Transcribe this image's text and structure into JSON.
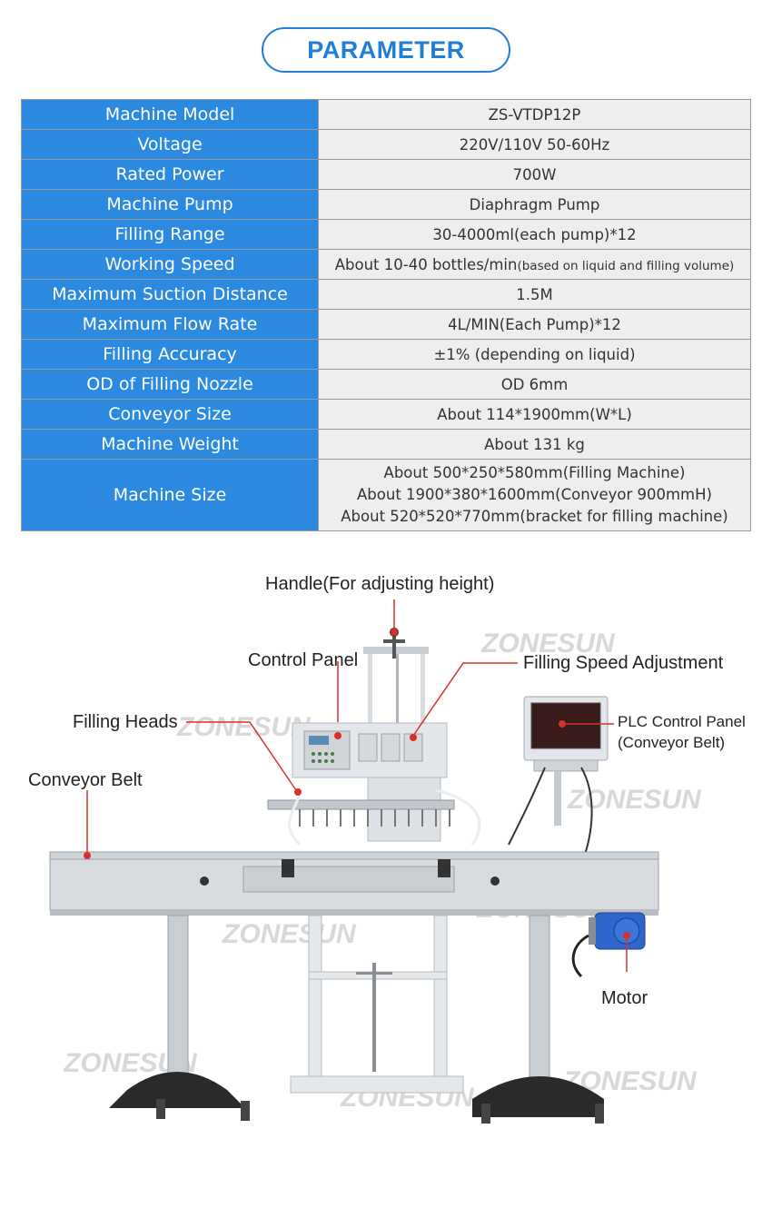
{
  "heading": "PARAMETER",
  "params": [
    {
      "label": "Machine Model",
      "value": "ZS-VTDP12P"
    },
    {
      "label": "Voltage",
      "value": "220V/110V 50-60Hz"
    },
    {
      "label": "Rated Power",
      "value": "700W"
    },
    {
      "label": "Machine Pump",
      "value": "Diaphragm Pump"
    },
    {
      "label": "Filling Range",
      "value": "30-4000ml(each pump)*12"
    },
    {
      "label": "Working Speed",
      "value": "About 10-40 bottles/min",
      "note": "(based on liquid and filling volume)"
    },
    {
      "label": "Maximum Suction Distance",
      "value": "1.5M"
    },
    {
      "label": "Maximum Flow Rate",
      "value": "4L/MIN(Each Pump)*12"
    },
    {
      "label": "Filling Accuracy",
      "value": "±1% (depending on liquid)"
    },
    {
      "label": "OD of Filling Nozzle",
      "value": "OD 6mm"
    },
    {
      "label": "Conveyor Size",
      "value": "About 114*1900mm(W*L)"
    },
    {
      "label": "Machine Weight",
      "value": "About 131 kg"
    },
    {
      "label": "Machine Size",
      "lines": [
        "About 500*250*580mm(Filling Machine)",
        "About 1900*380*1600mm(Conveyor 900mmH)",
        "About 520*520*770mm(bracket for filling machine)"
      ]
    }
  ],
  "callouts": {
    "handle": "Handle(For adjusting height)",
    "control_panel": "Control Panel",
    "filling_speed": "Filling Speed Adjustment",
    "filling_heads": "Filling Heads",
    "plc_line1": "PLC Control Panel",
    "plc_line2": "(Conveyor Belt)",
    "conveyor_belt": "Conveyor Belt",
    "motor": "Motor"
  },
  "watermark": "ZONESUN",
  "colors": {
    "accent": "#2b8ae0",
    "callout_line": "#d9302b"
  }
}
